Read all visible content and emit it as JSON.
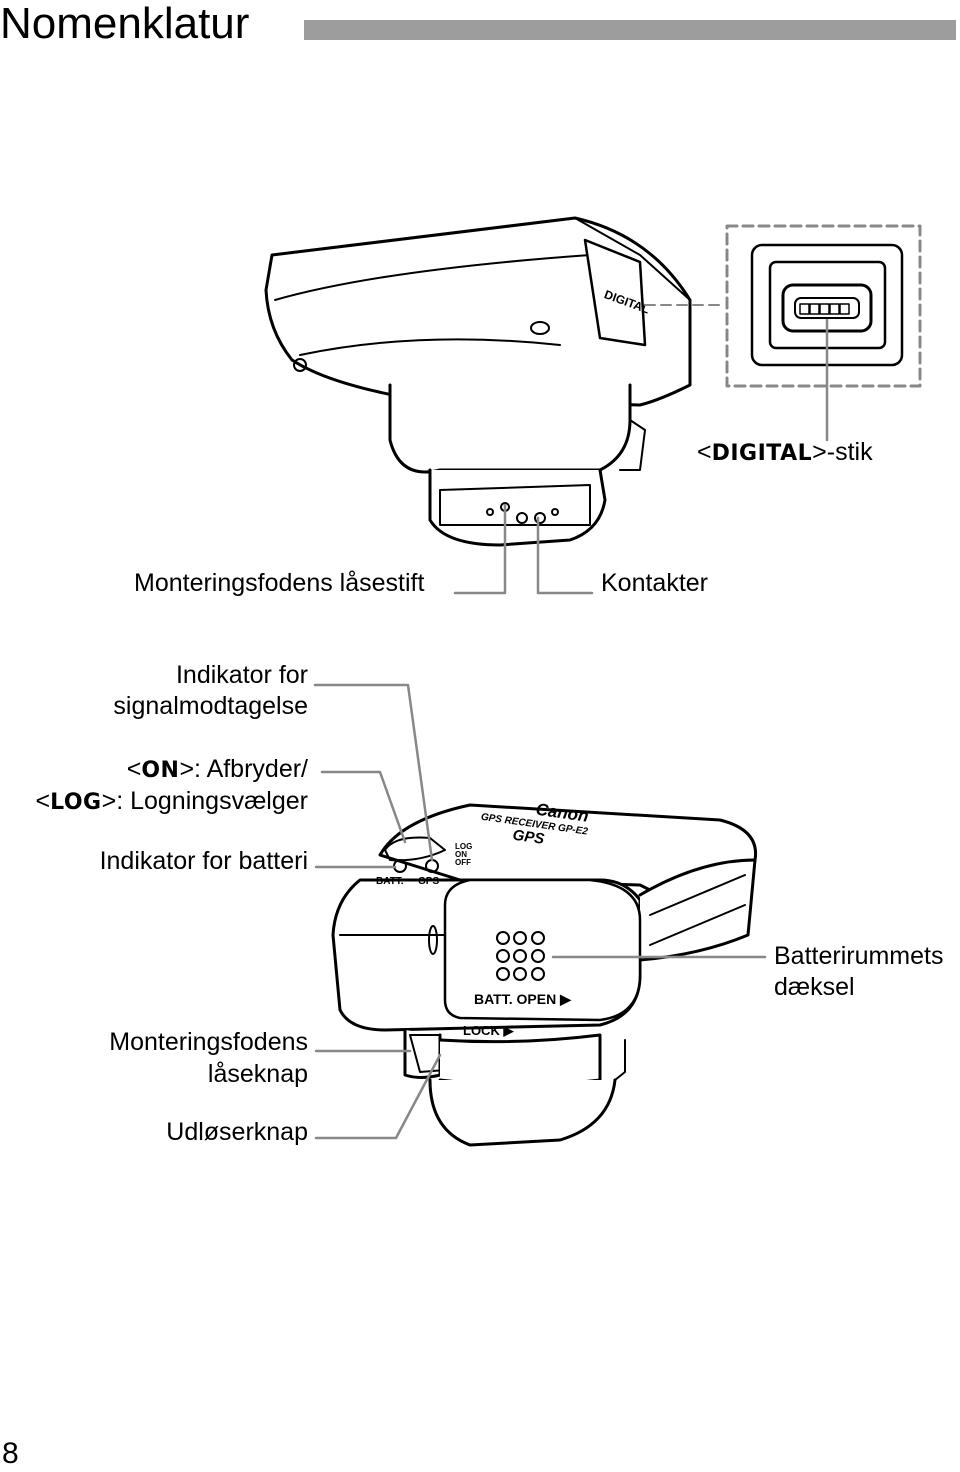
{
  "page": {
    "title": "Nomenklatur",
    "page_number": "8"
  },
  "labels": {
    "digital_open": "<",
    "digital_tag": "DIGITAL",
    "digital_close": ">-stik",
    "lock_pin": "Monteringsfodens låsestift",
    "contacts": "Kontakter",
    "signal_indicator_l1": "Indikator for",
    "signal_indicator_l2": "signalmodtagelse",
    "switch_l1_open": "<",
    "switch_l1_tag": "ON",
    "switch_l1_rest": ">: Afbryder/",
    "switch_l2_open": "<",
    "switch_l2_tag": "LOG",
    "switch_l2_rest": ">: Logningsvælger",
    "battery_indicator": "Indikator for batteri",
    "battery_cover_l1": "Batterirummets",
    "battery_cover_l2": "dæksel",
    "lock_button_l1": "Monteringsfodens",
    "lock_button_l2": "låseknap",
    "release_button": "Udløserknap"
  },
  "device": {
    "brand": "Canon",
    "model_line": "GPS RECEIVER GP-E2",
    "model_short": "GPS",
    "switch_positions": [
      "LOG",
      "ON",
      "OFF"
    ],
    "batt_label": "BATT.",
    "gps_label": "GPS",
    "batt_open": "BATT. OPEN ▶",
    "lock": "LOCK ▶",
    "digital_port": "DIGITAL"
  }
}
